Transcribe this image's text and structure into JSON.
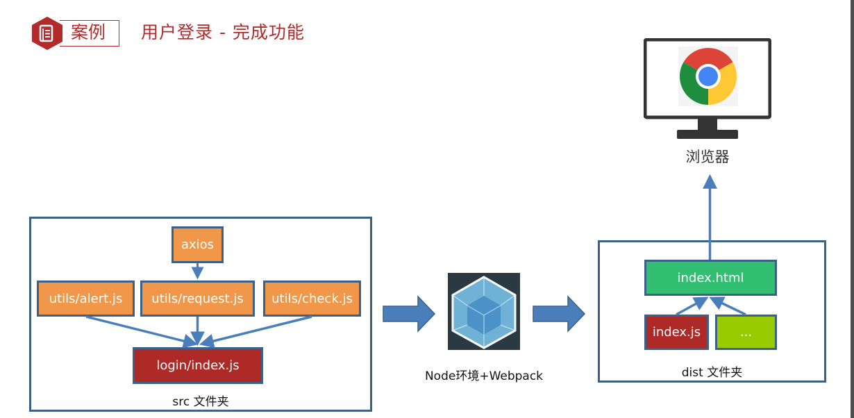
{
  "header": {
    "badge_icon": "document-icon",
    "badge_label": "案例",
    "title": "用户登录 - 完成功能"
  },
  "colors": {
    "brand_red": "#b22a2a",
    "box_border": "#3c6189",
    "arrow_blue": "#4a7ebb",
    "orange": "#f0974a",
    "dark_red": "#ae2a27",
    "green": "#33bf72",
    "lime": "#99cc00"
  },
  "src_folder": {
    "caption": "src 文件夹",
    "nodes": {
      "axios": "axios",
      "alert": "utils/alert.js",
      "request": "utils/request.js",
      "check": "utils/check.js",
      "login": "login/index.js"
    }
  },
  "build": {
    "icon": "webpack-icon",
    "caption": "Node环境+Webpack"
  },
  "dist_folder": {
    "caption": "dist 文件夹",
    "nodes": {
      "html": "index.html",
      "js": "index.js",
      "more": "..."
    }
  },
  "browser": {
    "icon": "chrome-icon",
    "caption": "浏览器"
  }
}
